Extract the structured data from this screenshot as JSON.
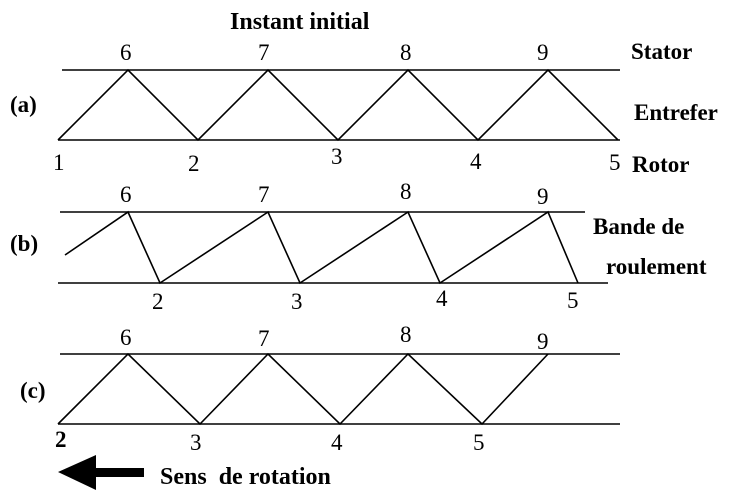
{
  "title": "Instant initial",
  "side_labels": {
    "stator": "Stator",
    "entrefer": "Entrefer",
    "rotor": "Rotor",
    "bande_line1": "Bande de",
    "bande_line2": "roulement"
  },
  "rows": [
    {
      "label": "(a)",
      "top_nodes": [
        "6",
        "7",
        "8",
        "9"
      ],
      "bottom_nodes": [
        "1",
        "2",
        "3",
        "4",
        "5"
      ]
    },
    {
      "label": "(b)",
      "top_nodes": [
        "6",
        "7",
        "8",
        "9"
      ],
      "bottom_nodes": [
        "2",
        "3",
        "4",
        "5"
      ]
    },
    {
      "label": "(c)",
      "top_nodes": [
        "6",
        "7",
        "8",
        "9"
      ],
      "bottom_nodes": [
        "2",
        "3",
        "4",
        "5"
      ]
    }
  ],
  "rotation_label": "Sens  de rotation"
}
